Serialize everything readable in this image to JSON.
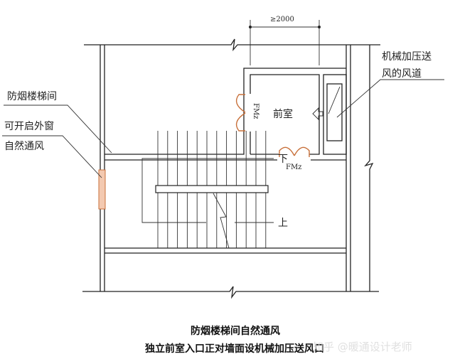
{
  "dimension": {
    "label": "≥2000"
  },
  "rooms": {
    "vestibule": "前室"
  },
  "doors": {
    "left": "FMz",
    "bottom": "FMz"
  },
  "stairs": {
    "down": "下",
    "up": "上"
  },
  "annotations": {
    "stairwell": "防烟楼梯间",
    "window_line1": "可开启外窗",
    "window_line2": "自然通风",
    "shaft_line1": "机械加压送",
    "shaft_line2": "风的风道"
  },
  "caption": {
    "line1": "防烟楼梯间自然通风",
    "line2": "独立前室入口正对墙面设机械加压送风口"
  },
  "watermark": "知乎 @暖通设计老师"
}
